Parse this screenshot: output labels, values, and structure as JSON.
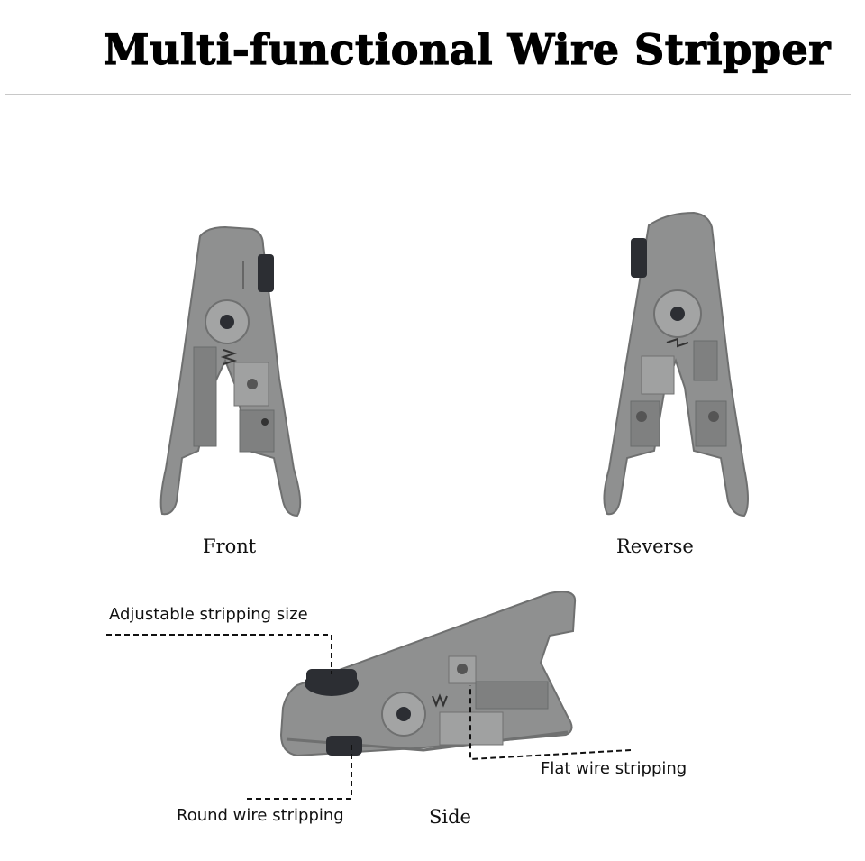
{
  "header": {
    "title": "Multi-functional Wire Stripper"
  },
  "views": {
    "front_caption": "Front",
    "reverse_caption": "Reverse",
    "side_caption": "Side"
  },
  "callouts": {
    "adjustable": "Adjustable stripping size",
    "flat": "Flat wire stripping",
    "round": "Round wire stripping"
  },
  "colors": {
    "tool_body": "#8f9090",
    "tool_shadow": "#6f7070",
    "knob": "#2c2e33"
  }
}
